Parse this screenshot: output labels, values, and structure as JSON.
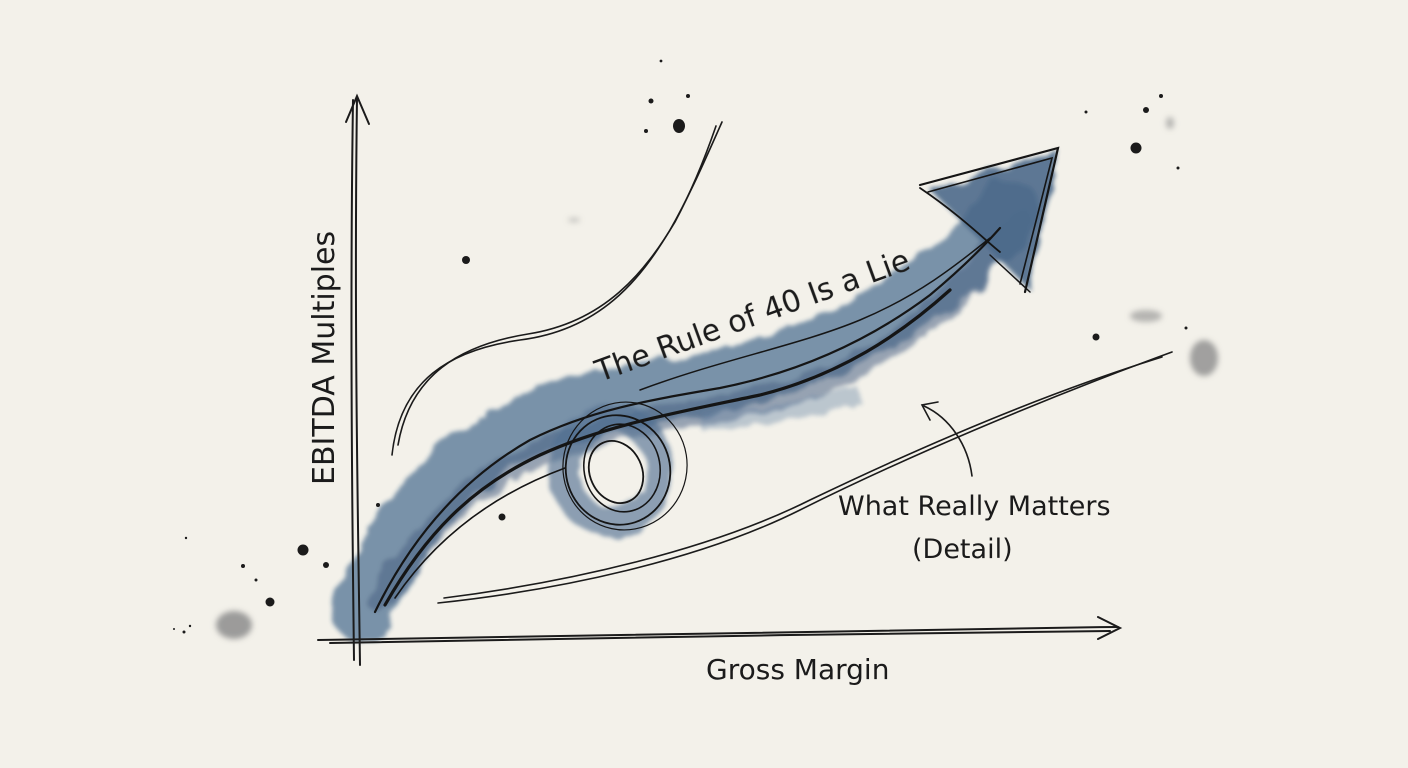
{
  "diagram": {
    "y_axis_label": "EBITDA Multiples",
    "x_axis_label": "Gross Margin",
    "main_arrow_label": "The Rule of 40 Is a Lie",
    "annotation_line1": "What Really Matters",
    "annotation_line2": "(Detail)"
  },
  "colors": {
    "paper": "#f3f1ea",
    "ink": "#1b1b1b",
    "watercolor_blue": "#2f5580",
    "splatter_gray": "#8c8c8c"
  }
}
